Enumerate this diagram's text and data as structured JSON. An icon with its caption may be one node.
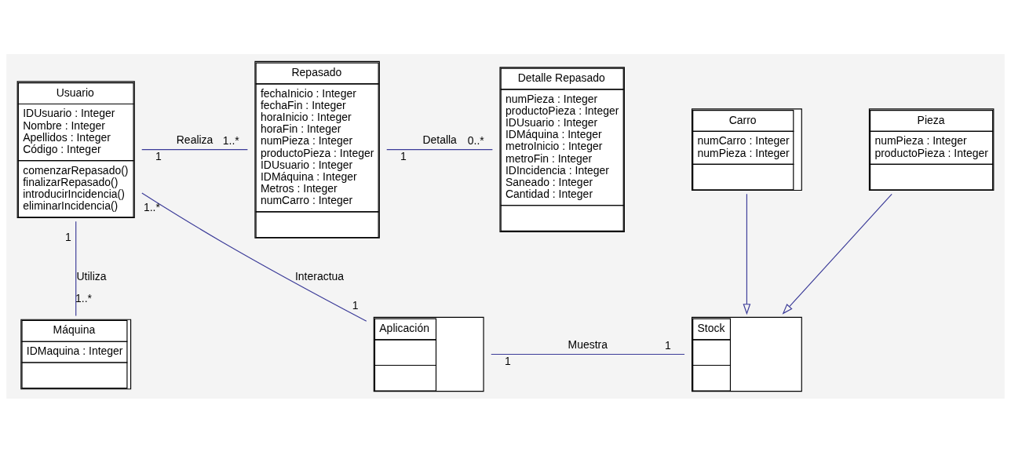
{
  "diagram": {
    "nodes": [
      {
        "text": [
          "Usuario",
          "IDUsuario : Integer",
          "Nombre : Integer",
          "Apellidos : Integer",
          "Código : Integer",
          "comenzarRepasado()",
          "finalizarRepasado()",
          "introducirIncidencia()",
          "eliminarIncidencia()"
        ]
      },
      {
        "text": [
          "Repasado",
          "fechaInicio : Integer",
          "fechaFin : Integer",
          "horaInicio : Integer",
          "horaFin : Integer",
          "numPieza : Integer",
          "productoPieza : Integer",
          "IDUsuario : Integer",
          "IDMáquina : Integer",
          "Metros : Integer",
          "numCarro : Integer"
        ]
      },
      {
        "text": [
          "Detalle Repasado",
          "numPieza : Integer",
          "productoPieza : Integer",
          "IDUsuario : Integer",
          "IDMáquina : Integer",
          "metroInicio : Integer",
          "metroFin : Integer",
          "IDIncidencia : Integer",
          "Saneado : Integer",
          "Cantidad : Integer"
        ]
      },
      {
        "text": [
          "Carro",
          "numCarro : Integer",
          "numPieza : Integer"
        ]
      },
      {
        "text": [
          "Máquina",
          "IDMaquina : Integer"
        ]
      },
      {
        "text": [
          "Aplicación"
        ]
      },
      {
        "text": [
          "Stock"
        ]
      },
      {
        "text": [
          "Pieza",
          "numPieza : Integer",
          "productoPieza : Integer"
        ]
      }
    ],
    "edges": [
      {
        "from": 0,
        "to": 1,
        "arrow": "none",
        "label": "Realiza"
      },
      {
        "from": 1,
        "to": 2,
        "arrow": "none",
        "label": "Detalla"
      },
      {
        "from": 0,
        "to": 4,
        "arrow": "none",
        "label": "Utiliza"
      },
      {
        "from": 0,
        "to": 5,
        "arrow": "none",
        "label": "Interactua"
      },
      {
        "from": 5,
        "to": 6,
        "arrow": "none",
        "label": "Muestra"
      },
      {
        "from": 3,
        "to": 6,
        "arrow": "to"
      },
      {
        "from": 7,
        "to": 6,
        "arrow": "to"
      }
    ],
    "labels": [
      "1",
      "1..*",
      "1",
      "0..*",
      "1..*",
      "1",
      "1..*",
      "1",
      "1",
      "1"
    ]
  }
}
